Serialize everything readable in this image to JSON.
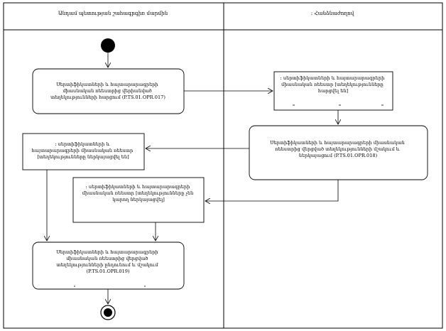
{
  "lanes": [
    {
      "title": "Անդամ պետության շահագրգիռ մարմին"
    },
    {
      "title": "։ Հանձնաժողով"
    }
  ],
  "nodes": {
    "request_action": {
      "lines": [
        "Սերտիֆիկատների և հայտարարագրերի",
        "միասնական ռեեստրից վերիանված",
        "տեղեկությունների հարցում (P.TS.01.OPR.017)"
      ]
    },
    "obj_requested": {
      "lines": [
        "։ սերտիֆիկատների և հայտարարագրերի",
        "միասնական ռեեստր [տեղեկությունները",
        "հարցվել են]"
      ]
    },
    "provide_action": {
      "lines": [
        "Սերտիֆիկատների և հայտարարագրերի միասնական",
        "ռեեստրից վերցված տեղեկությունների մշակում և",
        "ներկայացում (P.TS.01.OPR.018)"
      ]
    },
    "obj_provided": {
      "lines": [
        "։ սերտիֆիկատների և",
        "հայտարարագրերի միասնական ռեեստր",
        "[տեղեկությունները ներկայացվել են]"
      ]
    },
    "obj_not_provided": {
      "lines": [
        "։ սերտիֆիկատների և հայտարարագրերի",
        "միասնական ռեեստր [տեղեկությունները չեն",
        "կարող ներկայացվել]"
      ]
    },
    "receive_action": {
      "lines": [
        "Սերտիֆիկատների և հայտարարագրերի",
        "միասնական ռեեստրից վերցված",
        "տեղեկությունների ընդունում և մշակում",
        "(P.TS.01.OPR.019)"
      ]
    }
  }
}
